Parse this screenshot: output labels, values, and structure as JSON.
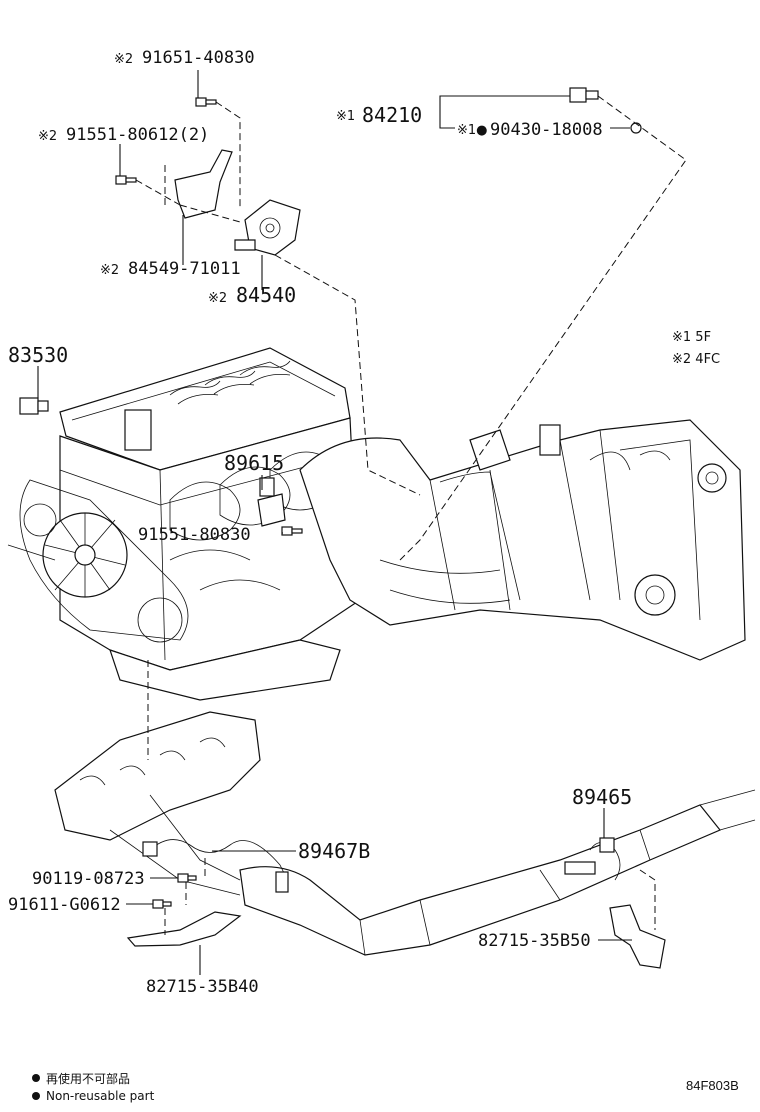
{
  "callouts": {
    "p_91651": {
      "prefix": "※2",
      "number": "91651-40830"
    },
    "p_91551_80612": {
      "prefix": "※2",
      "number": "91551-80612(2)"
    },
    "p_84549": {
      "prefix": "※2",
      "number": "84549-71011"
    },
    "p_84540": {
      "prefix": "※2",
      "number": "84540"
    },
    "p_84210": {
      "prefix": "※1",
      "number": "84210"
    },
    "p_90430": {
      "prefix": "※1●",
      "number": "90430-18008"
    },
    "p_83530": {
      "number": "83530"
    },
    "p_89615": {
      "number": "89615"
    },
    "p_91551_80830": {
      "number": "91551-80830"
    },
    "p_89465": {
      "number": "89465"
    },
    "p_89467B": {
      "number": "89467B"
    },
    "p_90119": {
      "number": "90119-08723"
    },
    "p_91611": {
      "number": "91611-G0612"
    },
    "p_82715_35B50": {
      "number": "82715-35B50"
    },
    "p_82715_35B40": {
      "number": "82715-35B40"
    }
  },
  "notes": {
    "note1": "※1 5F",
    "note2": "※2 4FC"
  },
  "legend": {
    "jp": "再使用不可部品",
    "en": "Non-reusable part"
  },
  "figure_code": "84F803B"
}
